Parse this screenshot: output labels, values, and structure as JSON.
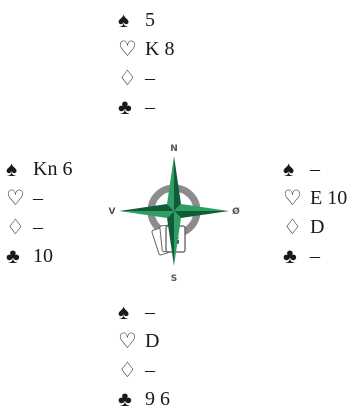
{
  "suits": {
    "spade": "♠",
    "heart": "♡",
    "diamond": "♢",
    "club": "♣"
  },
  "hands": {
    "north": {
      "spades": "5",
      "hearts": "K 8",
      "diamonds": "–",
      "clubs": "–"
    },
    "west": {
      "spades": "Kn 6",
      "hearts": "–",
      "diamonds": "–",
      "clubs": "10"
    },
    "east": {
      "spades": "–",
      "hearts": "E 10",
      "diamonds": "D",
      "clubs": "–"
    },
    "south": {
      "spades": "–",
      "hearts": "D",
      "diamonds": "–",
      "clubs": "9 6"
    }
  },
  "compass": {
    "north": "N",
    "south": "S",
    "west": "V",
    "east": "Ø",
    "card_label": "G",
    "colors": {
      "star_light": "#2e9e63",
      "star_dark": "#0f5c38",
      "ring": "#8c8c8c"
    }
  }
}
